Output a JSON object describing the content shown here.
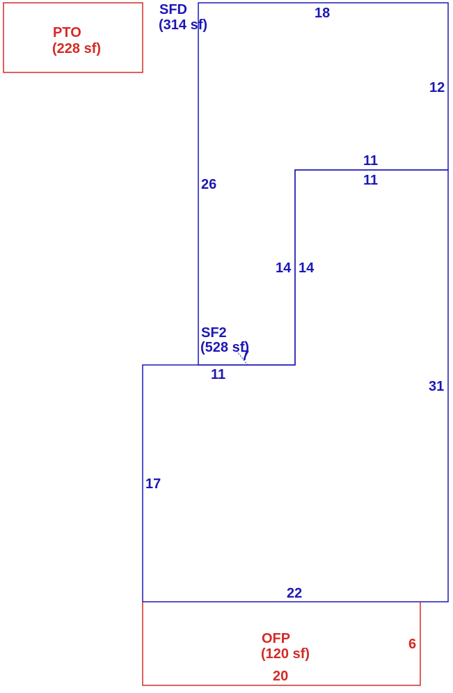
{
  "areas": {
    "pto": {
      "code": "PTO",
      "area": "(228 sf)",
      "color": "#d42a25"
    },
    "sfd": {
      "code": "SFD",
      "area": "(314 sf)",
      "color": "#1c17b6"
    },
    "sf2": {
      "code": "SF2",
      "area": "(528 sf)",
      "color": "#1c17b6"
    },
    "ofp": {
      "code": "OFP",
      "area": "(120 sf)",
      "color": "#d42a25"
    }
  },
  "dimensions": {
    "sfd_top": "18",
    "sfd_right": "12",
    "sfd_bottom": "11",
    "sfd_left": "26",
    "sfd_step": "14",
    "sfd_diag": "7",
    "sf2_top": "11",
    "sf2_step_left": "14",
    "sf2_step_top": "11",
    "sf2_right": "31",
    "sf2_left": "17",
    "sf2_bottom": "22",
    "ofp_right": "6",
    "ofp_bottom": "20"
  }
}
